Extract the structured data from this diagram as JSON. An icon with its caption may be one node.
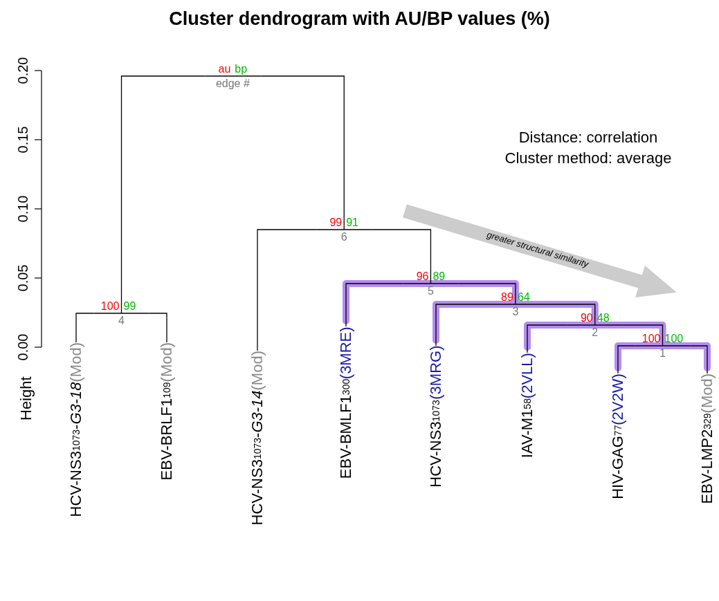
{
  "diagram": {
    "title": "Cluster dendrogram with AU/BP values (%)",
    "nodes": [
      {
        "text": [
          "au",
          "bp",
          "edge #"
        ]
      },
      {
        "text": [
          "99",
          "91",
          "6"
        ]
      },
      {
        "text": [
          "96",
          "89",
          "5"
        ]
      },
      {
        "text": [
          "100",
          "99",
          "4"
        ]
      },
      {
        "text": [
          "89",
          "64",
          "3"
        ]
      },
      {
        "text": [
          "90",
          "48",
          "2"
        ]
      },
      {
        "text": [
          "100",
          "100",
          "1"
        ]
      },
      {
        "text": [
          "HCV-NS3$_{1073}$-*G3-18*",
          "(Mod)"
        ]
      },
      {
        "text": [
          "EBV-BRLF1$_{109}$",
          "(Mod)"
        ]
      },
      {
        "text": [
          "HCV-NS3$_{1073}$-*G3-14*",
          "(Mod)"
        ]
      },
      {
        "text": [
          "EBV-BMLF1$_{300}$",
          "(3MRE)"
        ]
      },
      {
        "text": [
          "HCV-NS3$_{1073}$",
          "(3MRG)"
        ]
      },
      {
        "text": [
          "IAV-M1$_{58}$",
          "(2VLL)"
        ]
      },
      {
        "text": [
          "HIV-GAG$_{77}$",
          "(2V2W)"
        ]
      },
      {
        "text": [
          "EBV-LMP2$_{329}$",
          "(Mod)"
        ]
      }
    ],
    "edges": [
      {
        "from": 0,
        "to": 3,
        "arrow": "none"
      },
      {
        "from": 0,
        "to": 1,
        "arrow": "none"
      },
      {
        "from": 3,
        "to": 7,
        "arrow": "none"
      },
      {
        "from": 3,
        "to": 8,
        "arrow": "none"
      },
      {
        "from": 1,
        "to": 9,
        "arrow": "none"
      },
      {
        "from": 1,
        "to": 2,
        "arrow": "none"
      },
      {
        "from": 2,
        "to": 10,
        "arrow": "none"
      },
      {
        "from": 2,
        "to": 4,
        "arrow": "none"
      },
      {
        "from": 4,
        "to": 11,
        "arrow": "none"
      },
      {
        "from": 4,
        "to": 5,
        "arrow": "none"
      },
      {
        "from": 5,
        "to": 12,
        "arrow": "none"
      },
      {
        "from": 5,
        "to": 6,
        "arrow": "none"
      },
      {
        "from": 6,
        "to": 13,
        "arrow": "none"
      },
      {
        "from": 6,
        "to": 14,
        "arrow": "none"
      }
    ],
    "labels": [
      "0.00",
      "0.05",
      "0.10",
      "0.15",
      "0.20",
      "Height",
      "Distance: correlation",
      "Cluster method: average",
      "greater structural similarity"
    ]
  }
}
